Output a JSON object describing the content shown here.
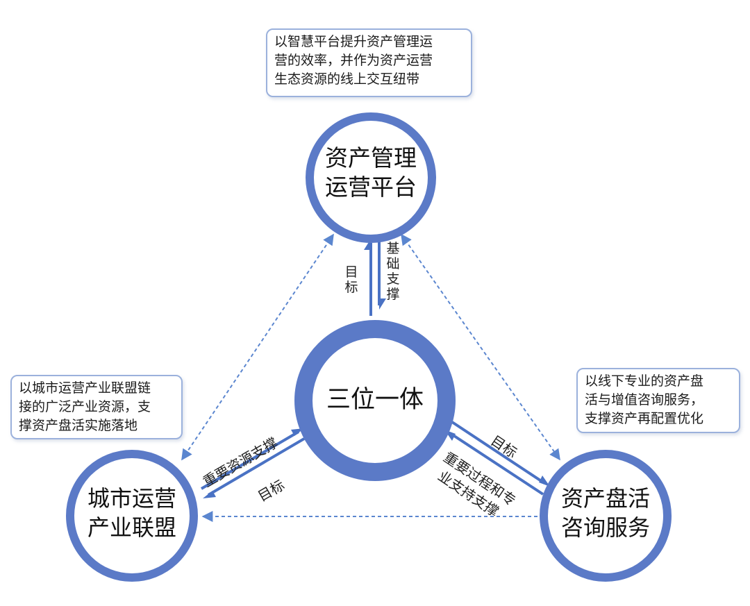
{
  "notes": {
    "top": [
      "以智慧平台提升资产管理运",
      "营的效率，并作为资产运营",
      "生态资源的线上交互纽带"
    ],
    "left": [
      "以城市运营产业联盟链",
      "接的广泛产业资源，支",
      "撑资产盘活实施落地"
    ],
    "right": [
      "以线下专业的资产盘",
      "活与增值咨询服务，",
      "支撑资产再配置优化"
    ]
  },
  "nodes": {
    "center": [
      "三位一体"
    ],
    "top": [
      "资产管理",
      "运营平台"
    ],
    "left": [
      "城市运营",
      "产业联盟"
    ],
    "right": [
      "资产盘活",
      "咨询服务"
    ]
  },
  "edges": {
    "top_left_label": "目标",
    "top_right_label": "基础支撑",
    "left_upper_label": "重要资源支撑",
    "left_lower_label": "目标",
    "right_upper_label": "目标",
    "right_lower_label_line1": "重要过程和专",
    "right_lower_label_line2": "业支持支撑"
  },
  "colors": {
    "ring": "#5b7ac7",
    "arrow": "#4a72c4",
    "dashed": "#5b86cf",
    "note_border": "#9bb1dc"
  }
}
